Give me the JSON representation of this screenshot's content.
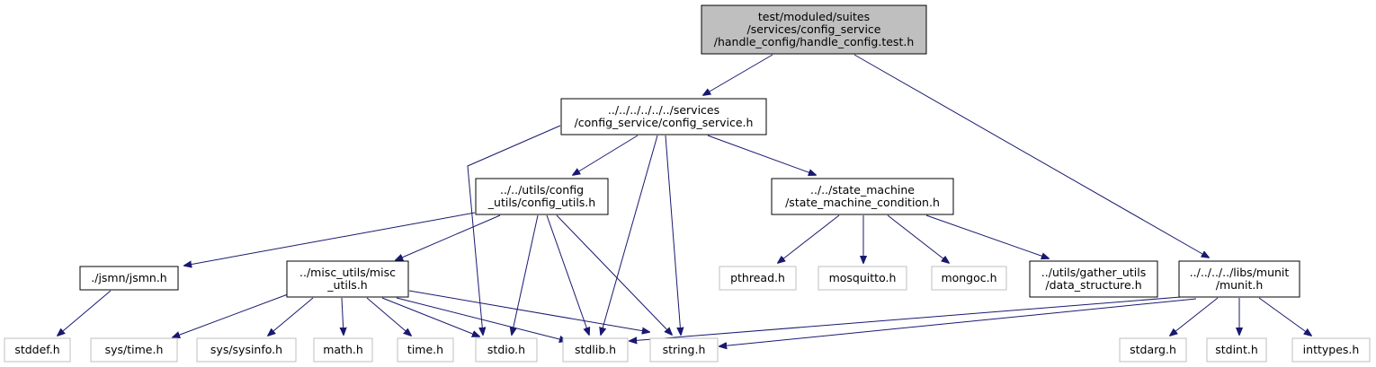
{
  "diagram": {
    "type": "include-dependency-graph",
    "colors": {
      "root_fill": "#bfbfbf",
      "node_fill": "#ffffff",
      "node_border": "#000000",
      "external_border": "#bfbfbf",
      "external_text": "#000000",
      "edge": "#191970"
    },
    "nodes": [
      {
        "id": "root",
        "kind": "root",
        "lines": [
          "test/moduled/suites",
          "/services/config_service",
          "/handle_config/handle_config.test.h"
        ]
      },
      {
        "id": "config_service",
        "kind": "file",
        "lines": [
          "../../../../../../services",
          "/config_service/config_service.h"
        ]
      },
      {
        "id": "munit",
        "kind": "file",
        "lines": [
          "../../../../libs/munit",
          "/munit.h"
        ]
      },
      {
        "id": "config_utils",
        "kind": "file",
        "lines": [
          "../../utils/config",
          "_utils/config_utils.h"
        ]
      },
      {
        "id": "state_machine_condition",
        "kind": "file",
        "lines": [
          "../../state_machine",
          "/state_machine_condition.h"
        ]
      },
      {
        "id": "jsmn",
        "kind": "file",
        "lines": [
          "./jsmn/jsmn.h"
        ]
      },
      {
        "id": "misc_utils",
        "kind": "file",
        "lines": [
          "../misc_utils/misc",
          "_utils.h"
        ]
      },
      {
        "id": "pthread",
        "kind": "external",
        "lines": [
          "pthread.h"
        ]
      },
      {
        "id": "mosquitto",
        "kind": "external",
        "lines": [
          "mosquitto.h"
        ]
      },
      {
        "id": "mongoc",
        "kind": "external",
        "lines": [
          "mongoc.h"
        ]
      },
      {
        "id": "data_structure",
        "kind": "file",
        "lines": [
          "../utils/gather_utils",
          "/data_structure.h"
        ]
      },
      {
        "id": "stddef",
        "kind": "external",
        "lines": [
          "stddef.h"
        ]
      },
      {
        "id": "systime",
        "kind": "external",
        "lines": [
          "sys/time.h"
        ]
      },
      {
        "id": "syssysinfo",
        "kind": "external",
        "lines": [
          "sys/sysinfo.h"
        ]
      },
      {
        "id": "math",
        "kind": "external",
        "lines": [
          "math.h"
        ]
      },
      {
        "id": "time",
        "kind": "external",
        "lines": [
          "time.h"
        ]
      },
      {
        "id": "stdio",
        "kind": "external",
        "lines": [
          "stdio.h"
        ]
      },
      {
        "id": "stdlib",
        "kind": "external",
        "lines": [
          "stdlib.h"
        ]
      },
      {
        "id": "string",
        "kind": "external",
        "lines": [
          "string.h"
        ]
      },
      {
        "id": "stdarg",
        "kind": "external",
        "lines": [
          "stdarg.h"
        ]
      },
      {
        "id": "stdint",
        "kind": "external",
        "lines": [
          "stdint.h"
        ]
      },
      {
        "id": "inttypes",
        "kind": "external",
        "lines": [
          "inttypes.h"
        ]
      }
    ],
    "edges": [
      {
        "from": "root",
        "to": "config_service"
      },
      {
        "from": "root",
        "to": "munit"
      },
      {
        "from": "config_service",
        "to": "config_utils"
      },
      {
        "from": "config_service",
        "to": "state_machine_condition"
      },
      {
        "from": "config_service",
        "to": "stdio"
      },
      {
        "from": "config_service",
        "to": "stdlib"
      },
      {
        "from": "config_service",
        "to": "string"
      },
      {
        "from": "config_utils",
        "to": "jsmn"
      },
      {
        "from": "config_utils",
        "to": "misc_utils"
      },
      {
        "from": "config_utils",
        "to": "stdio"
      },
      {
        "from": "config_utils",
        "to": "stdlib"
      },
      {
        "from": "config_utils",
        "to": "string"
      },
      {
        "from": "state_machine_condition",
        "to": "pthread"
      },
      {
        "from": "state_machine_condition",
        "to": "mosquitto"
      },
      {
        "from": "state_machine_condition",
        "to": "mongoc"
      },
      {
        "from": "state_machine_condition",
        "to": "data_structure"
      },
      {
        "from": "jsmn",
        "to": "stddef"
      },
      {
        "from": "misc_utils",
        "to": "systime"
      },
      {
        "from": "misc_utils",
        "to": "syssysinfo"
      },
      {
        "from": "misc_utils",
        "to": "math"
      },
      {
        "from": "misc_utils",
        "to": "time"
      },
      {
        "from": "misc_utils",
        "to": "stdio"
      },
      {
        "from": "misc_utils",
        "to": "stdlib"
      },
      {
        "from": "misc_utils",
        "to": "string"
      },
      {
        "from": "munit",
        "to": "stdlib"
      },
      {
        "from": "munit",
        "to": "string"
      },
      {
        "from": "munit",
        "to": "stdarg"
      },
      {
        "from": "munit",
        "to": "stdint"
      },
      {
        "from": "munit",
        "to": "inttypes"
      }
    ]
  }
}
